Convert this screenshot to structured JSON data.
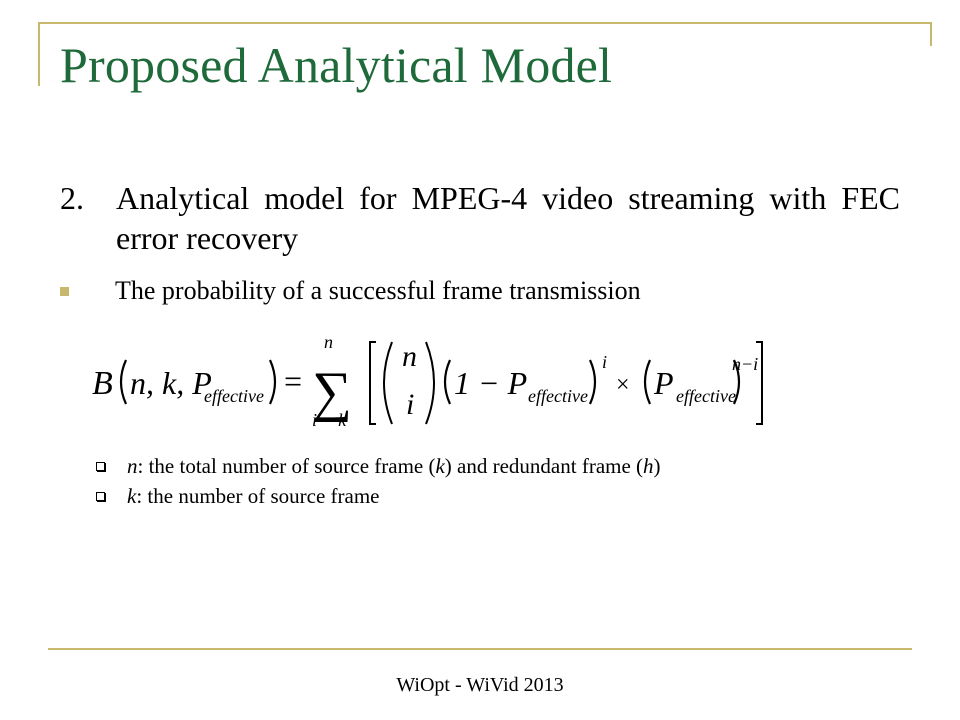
{
  "slide": {
    "title": "Proposed Analytical Model",
    "item": {
      "number": "2.",
      "text": "Analytical model for MPEG-4 video streaming with FEC error recovery"
    },
    "bullet": "The probability of a successful frame transmission",
    "formula": {
      "lhs_func": "B",
      "lhs_args": "n, k, P",
      "subscript": "effective",
      "equals": "=",
      "sum_upper": "n",
      "sum_lower": "i = k",
      "binom_top": "n",
      "binom_bottom": "i",
      "one_minus": "1 − P",
      "power_i": "i",
      "times": "×",
      "p": "P",
      "power_n_minus_i": "n−i"
    },
    "subitems": [
      {
        "var": "n",
        "desc": ": the total number of source frame (",
        "k": "k",
        "mid": ") and redundant frame (",
        "h": "h",
        "end": ")"
      },
      {
        "var": "k",
        "desc": ": the number of source frame"
      }
    ],
    "footer": "WiOpt - WiVid 2013",
    "colors": {
      "title": "#1f6a3a",
      "accent": "#c8b86e"
    }
  }
}
